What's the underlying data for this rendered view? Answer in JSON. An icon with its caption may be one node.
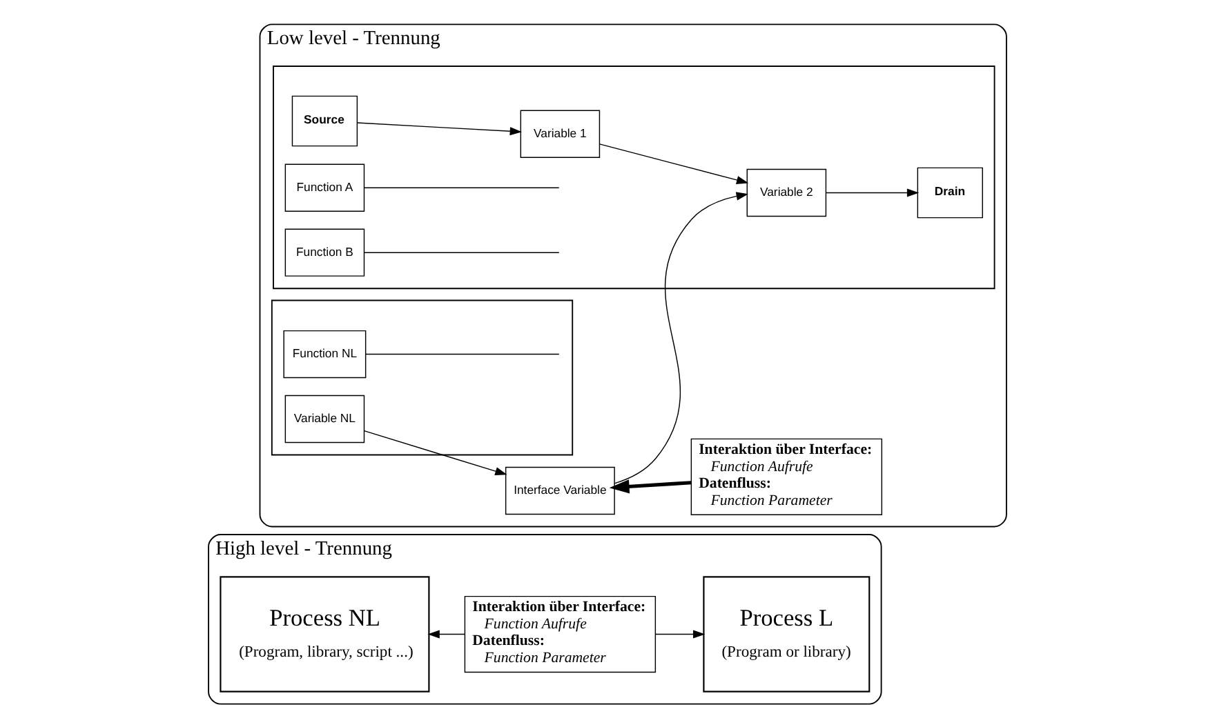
{
  "diagram": {
    "nodes": [
      {
        "text": [
          "Low level - Trennung"
        ]
      },
      {
        "text": [],
        "shape": "box",
        "in": 0
      },
      {
        "text": [
          "Source"
        ],
        "in": 1
      },
      {
        "text": [
          "Variable 1"
        ],
        "in": 1
      },
      {
        "text": [
          "Function A"
        ],
        "in": 1
      },
      {
        "text": [
          "Function B"
        ],
        "in": 1
      },
      {
        "text": [
          "Variable 2"
        ],
        "in": 1
      },
      {
        "text": [
          "Drain"
        ],
        "in": 1
      },
      {
        "text": [
          "Interface Variable"
        ],
        "in": 0
      },
      {
        "text": [
          "Interaktion über Interface:",
          "Function Aufrufe",
          "Datenfluss:",
          "Function Parameter"
        ],
        "in": 0
      },
      {
        "text": [],
        "shape": "box",
        "in": 0
      },
      {
        "text": [
          "Variable NL"
        ],
        "in": 10
      },
      {
        "text": [
          "Function NL"
        ],
        "in": 10
      },
      {
        "text": [
          "High level - Trennung"
        ]
      },
      {
        "text": [
          "Process NL",
          "(Program, library, script ...)"
        ],
        "in": 13
      },
      {
        "text": [
          "Interaktion über Interface:",
          "Function Aufrufe",
          "Datenfluss:",
          "Function Parameter"
        ],
        "in": 13
      },
      {
        "text": [
          "Process L",
          "(Program or library)"
        ],
        "in": 13
      }
    ],
    "edges": [
      {
        "from": 2,
        "to": 3,
        "arrow": "to"
      },
      {
        "from": 3,
        "to": 6,
        "arrow": "to"
      },
      {
        "from": 4,
        "to": null,
        "arrow": "none"
      },
      {
        "from": 8,
        "to": 6,
        "arrow": "to"
      },
      {
        "from": 5,
        "to": null,
        "arrow": "none"
      },
      {
        "from": 6,
        "to": 7,
        "arrow": "to"
      },
      {
        "from": 11,
        "to": 8,
        "arrow": "to"
      },
      {
        "from": 12,
        "to": null,
        "arrow": "none"
      },
      {
        "from": 9,
        "to": 8,
        "arrow": "to",
        "style": "thick"
      },
      {
        "from": 15,
        "to": 14,
        "arrow": "to"
      },
      {
        "from": 15,
        "to": 16,
        "arrow": "to"
      }
    ]
  }
}
